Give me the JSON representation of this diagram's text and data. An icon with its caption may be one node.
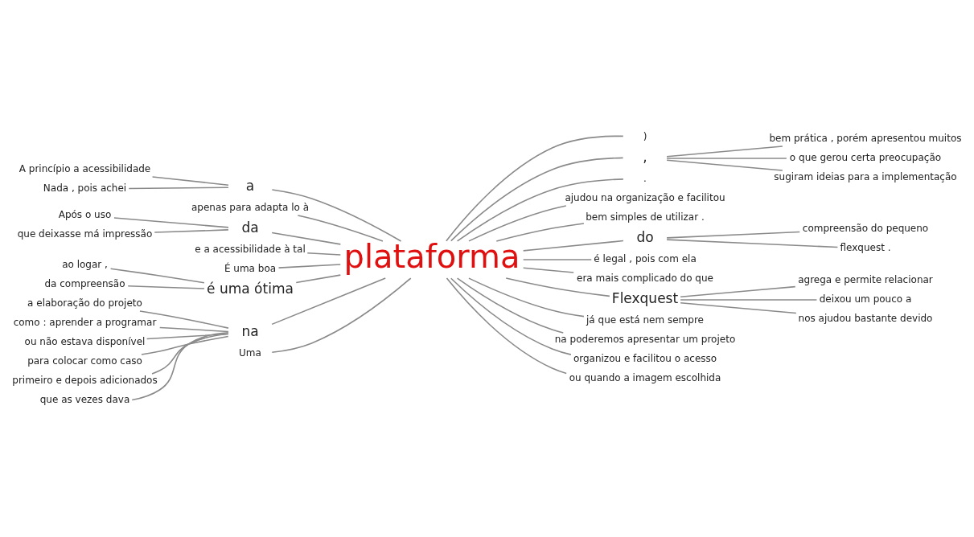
{
  "diagram": {
    "nodes": [
      {
        "text": [
          "plataforma"
        ]
      },
      {
        "text": [
          "a"
        ]
      },
      {
        "text": [
          "A princípio a acessibilidade"
        ]
      },
      {
        "text": [
          "Nada , pois achei"
        ]
      },
      {
        "text": [
          "apenas para adapta lo à"
        ]
      },
      {
        "text": [
          "da"
        ]
      },
      {
        "text": [
          "Após o uso"
        ]
      },
      {
        "text": [
          "que deixasse má impressão"
        ]
      },
      {
        "text": [
          "e a acessibilidade à tal"
        ]
      },
      {
        "text": [
          "É uma boa"
        ]
      },
      {
        "text": [
          "é uma ótima"
        ]
      },
      {
        "text": [
          "ao logar ,"
        ]
      },
      {
        "text": [
          "da compreensão"
        ]
      },
      {
        "text": [
          "na"
        ]
      },
      {
        "text": [
          "a elaboração do projeto"
        ]
      },
      {
        "text": [
          "como : aprender a programar"
        ]
      },
      {
        "text": [
          "ou não estava disponível"
        ]
      },
      {
        "text": [
          "para colocar como caso"
        ]
      },
      {
        "text": [
          "primeiro e depois adicionados"
        ]
      },
      {
        "text": [
          "que as vezes dava"
        ]
      },
      {
        "text": [
          "Uma"
        ]
      },
      {
        "text": [
          ")"
        ]
      },
      {
        "text": [
          ","
        ]
      },
      {
        "text": [
          "bem prática , porém apresentou muitos"
        ]
      },
      {
        "text": [
          "o que gerou certa preocupação"
        ]
      },
      {
        "text": [
          "sugiram ideias para a implementação"
        ]
      },
      {
        "text": [
          "."
        ]
      },
      {
        "text": [
          "ajudou na organização e facilitou"
        ]
      },
      {
        "text": [
          "bem simples de utilizar ."
        ]
      },
      {
        "text": [
          "do"
        ]
      },
      {
        "text": [
          "compreensão do pequeno"
        ]
      },
      {
        "text": [
          "flexquest ."
        ]
      },
      {
        "text": [
          "é legal , pois com ela"
        ]
      },
      {
        "text": [
          "era mais complicado do que"
        ]
      },
      {
        "text": [
          "Flexquest"
        ]
      },
      {
        "text": [
          "agrega e permite relacionar"
        ]
      },
      {
        "text": [
          "deixou um pouco a"
        ]
      },
      {
        "text": [
          "nos ajudou bastante devido"
        ]
      },
      {
        "text": [
          "já que está nem sempre"
        ]
      },
      {
        "text": [
          "na poderemos apresentar um projeto"
        ]
      },
      {
        "text": [
          "organizou e facilitou o acesso"
        ]
      },
      {
        "text": [
          "ou quando a imagem escolhida"
        ]
      }
    ],
    "edges": [
      {
        "from": 2,
        "to": 1,
        "arrow": "none"
      },
      {
        "from": 3,
        "to": 1,
        "arrow": "none"
      },
      {
        "from": 1,
        "to": 0,
        "arrow": "none"
      },
      {
        "from": 4,
        "to": 0,
        "arrow": "none"
      },
      {
        "from": 6,
        "to": 5,
        "arrow": "none"
      },
      {
        "from": 7,
        "to": 5,
        "arrow": "none"
      },
      {
        "from": 5,
        "to": 0,
        "arrow": "none"
      },
      {
        "from": 8,
        "to": 0,
        "arrow": "none"
      },
      {
        "from": 9,
        "to": 0,
        "arrow": "none"
      },
      {
        "from": 11,
        "to": 10,
        "arrow": "none"
      },
      {
        "from": 12,
        "to": 10,
        "arrow": "none"
      },
      {
        "from": 10,
        "to": 0,
        "arrow": "none"
      },
      {
        "from": 14,
        "to": 13,
        "arrow": "none"
      },
      {
        "from": 15,
        "to": 13,
        "arrow": "none"
      },
      {
        "from": 16,
        "to": 13,
        "arrow": "none"
      },
      {
        "from": 17,
        "to": 13,
        "arrow": "none"
      },
      {
        "from": 18,
        "to": 13,
        "arrow": "none"
      },
      {
        "from": 19,
        "to": 13,
        "arrow": "none"
      },
      {
        "from": 13,
        "to": 0,
        "arrow": "none"
      },
      {
        "from": 20,
        "to": 0,
        "arrow": "none"
      },
      {
        "from": 0,
        "to": 21,
        "arrow": "none"
      },
      {
        "from": 0,
        "to": 22,
        "arrow": "none"
      },
      {
        "from": 22,
        "to": 23,
        "arrow": "none"
      },
      {
        "from": 22,
        "to": 24,
        "arrow": "none"
      },
      {
        "from": 22,
        "to": 25,
        "arrow": "none"
      },
      {
        "from": 0,
        "to": 26,
        "arrow": "none"
      },
      {
        "from": 0,
        "to": 27,
        "arrow": "none"
      },
      {
        "from": 0,
        "to": 28,
        "arrow": "none"
      },
      {
        "from": 0,
        "to": 29,
        "arrow": "none"
      },
      {
        "from": 29,
        "to": 30,
        "arrow": "none"
      },
      {
        "from": 29,
        "to": 31,
        "arrow": "none"
      },
      {
        "from": 0,
        "to": 32,
        "arrow": "none"
      },
      {
        "from": 0,
        "to": 33,
        "arrow": "none"
      },
      {
        "from": 0,
        "to": 34,
        "arrow": "none"
      },
      {
        "from": 34,
        "to": 35,
        "arrow": "none"
      },
      {
        "from": 34,
        "to": 36,
        "arrow": "none"
      },
      {
        "from": 34,
        "to": 37,
        "arrow": "none"
      },
      {
        "from": 0,
        "to": 38,
        "arrow": "none"
      },
      {
        "from": 0,
        "to": 39,
        "arrow": "none"
      },
      {
        "from": 0,
        "to": 40,
        "arrow": "none"
      },
      {
        "from": 0,
        "to": 41,
        "arrow": "none"
      }
    ]
  }
}
